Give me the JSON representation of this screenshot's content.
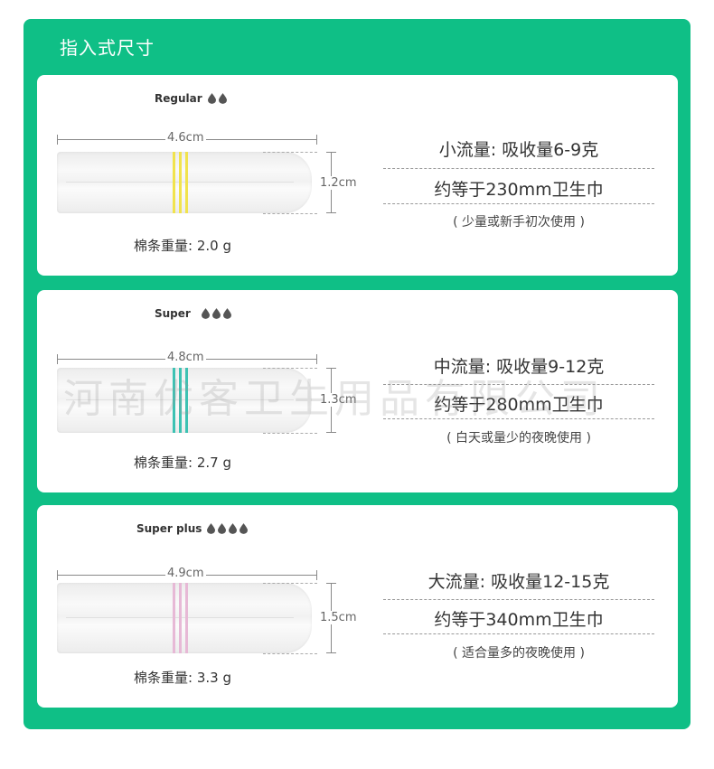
{
  "header": {
    "title": "指入式尺寸"
  },
  "products": [
    {
      "size_name": "Regular",
      "drop_count": 2,
      "length": "4.6cm",
      "diameter": "1.2cm",
      "stripe_color": "#f1e34d",
      "weight": "棉条重量:  2.0 g",
      "flow": "小流量:  吸收量6-9克",
      "equivalent": "约等于230mm卫生巾",
      "note": "( 少量或新手初次使用 )"
    },
    {
      "size_name": "Super",
      "drop_count": 3,
      "length": "4.8cm",
      "diameter": "1.3cm",
      "stripe_color": "#3dc2b3",
      "weight": "棉条重量:  2.7 g",
      "flow": "中流量:  吸收量9-12克",
      "equivalent": "约等于280mm卫生巾",
      "note": "( 白天或量少的夜晚使用 )"
    },
    {
      "size_name": "Super plus",
      "drop_count": 4,
      "length": "4.9cm",
      "diameter": "1.5cm",
      "stripe_color": "#e7b9d6",
      "weight": "棉条重量:  3.3 g",
      "flow": "大流量:  吸收量12-15克",
      "equivalent": "约等于340mm卫生巾",
      "note": "( 适合量多的夜晚使用 )"
    }
  ],
  "watermark": "河南优客卫生用品有限公司",
  "colors": {
    "brand_green": "#0fbf86",
    "drop": "#555555"
  },
  "icons": {
    "drop": "water-drop-icon"
  }
}
